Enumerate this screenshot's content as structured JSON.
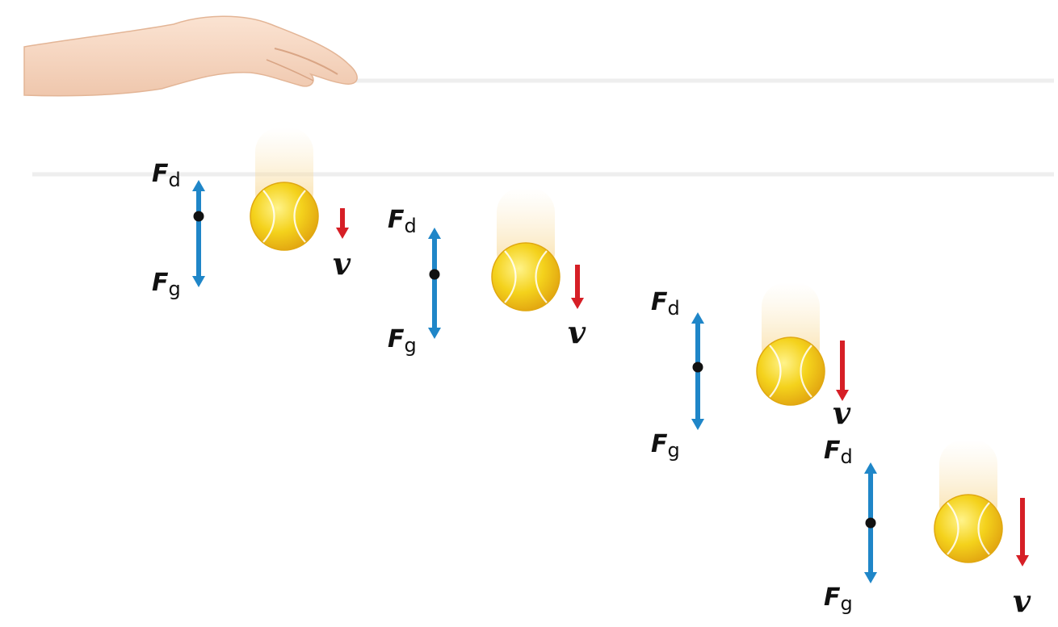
{
  "labels": {
    "drag_force": "F",
    "drag_sub": "d",
    "gravity_force": "F",
    "gravity_sub": "g",
    "velocity": "v"
  },
  "colors": {
    "force_arrow": "#1f86c8",
    "velocity_arrow": "#d61f26",
    "ball": "#f2d21a",
    "ball_shadow": "#e0a810",
    "motion_trail": "#f6dca0",
    "skin": "#f7d9c4",
    "background": "#ffffff"
  },
  "frames": [
    {
      "velocity_level": 1,
      "force_balance": "Fd < Fg"
    },
    {
      "velocity_level": 2,
      "force_balance": "Fd < Fg"
    },
    {
      "velocity_level": 3,
      "force_balance": "Fd < Fg"
    },
    {
      "velocity_level": 4,
      "force_balance": "Fd = Fg"
    }
  ],
  "icons": [
    "hand-icon",
    "tennis-ball-icon"
  ]
}
